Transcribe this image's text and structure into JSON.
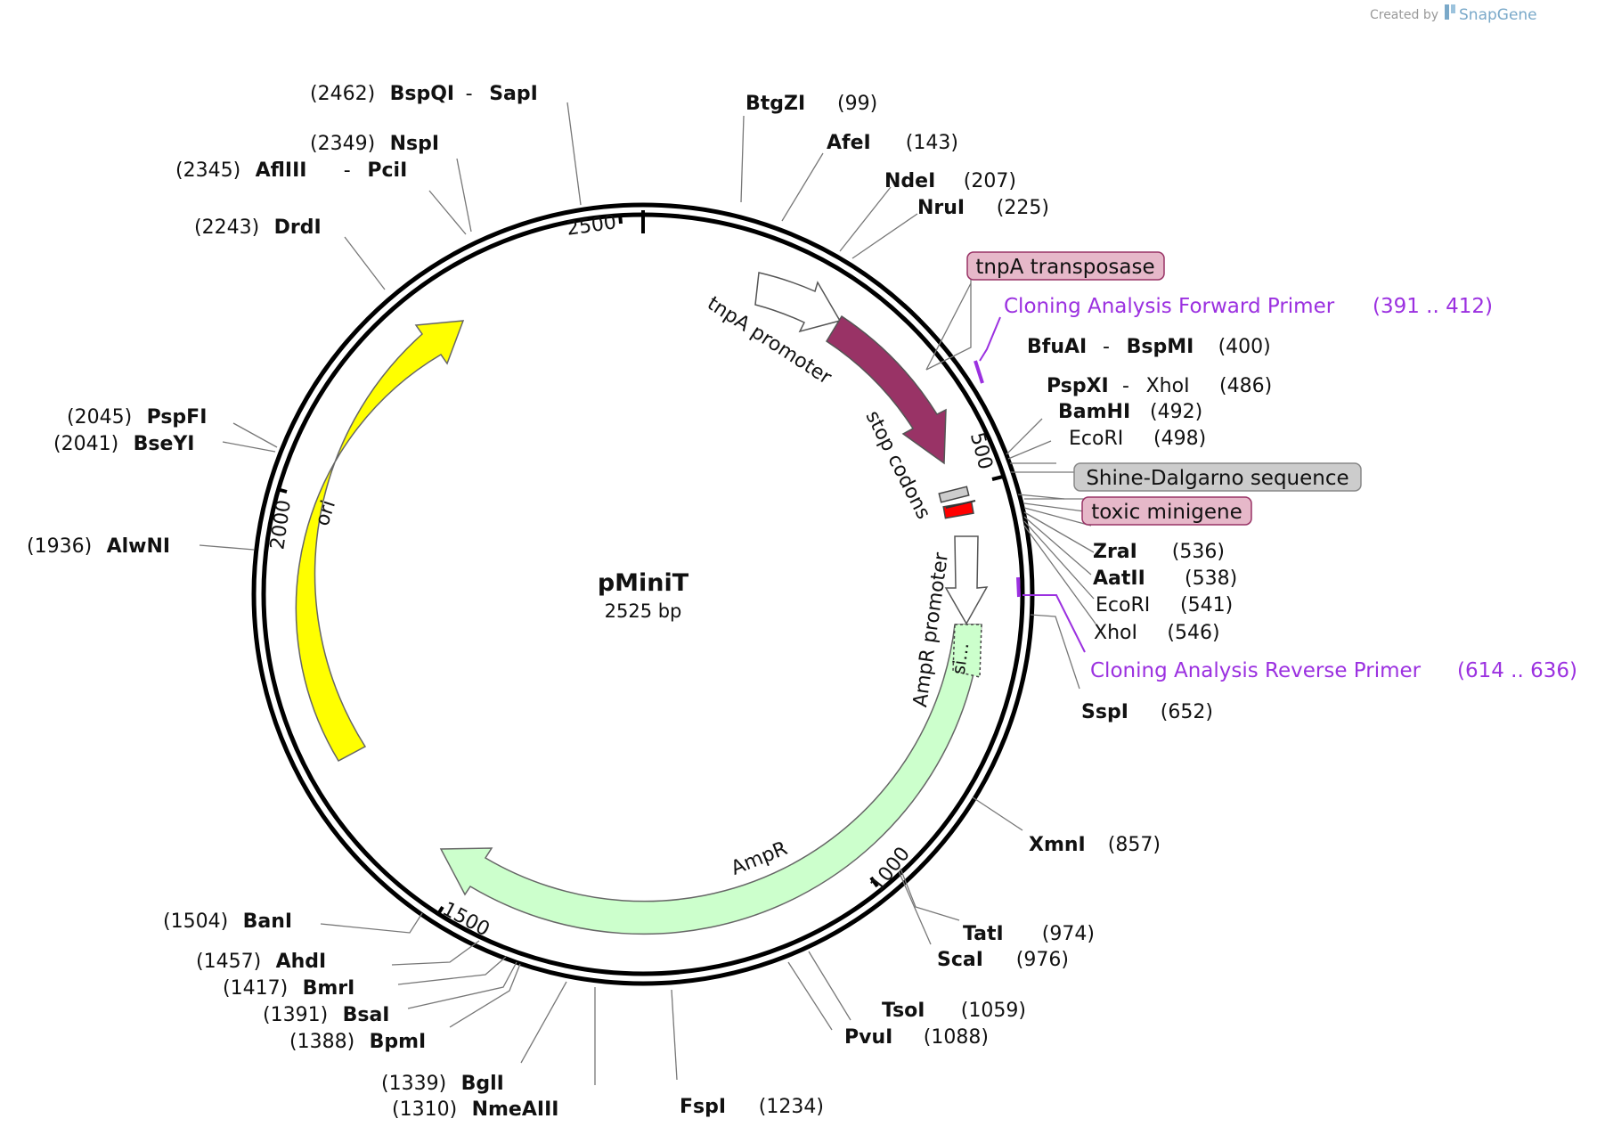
{
  "credit": {
    "prefix": "Created by",
    "brand": "SnapGene",
    "icon": "snapgene-logo-icon"
  },
  "plasmid": {
    "name": "pMiniT",
    "length": "2525 bp"
  },
  "colors": {
    "ori": "#ffff00",
    "ampr": "#ccffcc",
    "tnpa": "#993366",
    "toxic": "#ff0000",
    "primer": "#9b30e0"
  },
  "ticks": [
    "500",
    "1000",
    "1500",
    "2000",
    "2500"
  ],
  "features": {
    "ori": "ori",
    "ampr": "AmpR",
    "ampr_promoter": "AmpR promoter",
    "tnpa_promoter": "tnpA promoter",
    "stop_codons": "stop codons",
    "signal": "si…"
  },
  "boxes": {
    "tnpa_transposase": "tnpA transposase",
    "shine_dalgarno": "Shine-Dalgarno sequence",
    "toxic_minigene": "toxic minigene"
  },
  "primers": [
    {
      "name": "Cloning Analysis Forward Primer",
      "range": "(391 .. 412)"
    },
    {
      "name": "Cloning Analysis Reverse Primer",
      "range": "(614 .. 636)"
    }
  ],
  "sites": [
    {
      "name": "BspQI",
      "sep": "-",
      "name2": "SapI",
      "pos": "(2462)"
    },
    {
      "name": "BtgZI",
      "pos": "(99)"
    },
    {
      "name": "AfeI",
      "pos": "(143)"
    },
    {
      "name": "NspI",
      "pos": "(2349)"
    },
    {
      "name": "AflIII",
      "sep": "-",
      "name2": "PciI",
      "pos": "(2345)"
    },
    {
      "name": "NdeI",
      "pos": "(207)"
    },
    {
      "name": "NruI",
      "pos": "(225)"
    },
    {
      "name": "DrdI",
      "pos": "(2243)"
    },
    {
      "name": "BfuAI",
      "sep": "-",
      "name2": "BspMI",
      "pos": "(400)"
    },
    {
      "name": "PspXI",
      "sep": "-",
      "name2": "XhoI",
      "pos": "(486)"
    },
    {
      "name": "BamHI",
      "pos": "(492)"
    },
    {
      "name": "EcoRI",
      "pos": "(498)"
    },
    {
      "name": "PspFI",
      "pos": "(2045)"
    },
    {
      "name": "BseYI",
      "pos": "(2041)"
    },
    {
      "name": "ZraI",
      "pos": "(536)"
    },
    {
      "name": "AatII",
      "pos": "(538)"
    },
    {
      "name": "EcoRI",
      "pos": "(541)"
    },
    {
      "name": "XhoI",
      "pos": "(546)"
    },
    {
      "name": "AlwNI",
      "pos": "(1936)"
    },
    {
      "name": "SspI",
      "pos": "(652)"
    },
    {
      "name": "XmnI",
      "pos": "(857)"
    },
    {
      "name": "BanI",
      "pos": "(1504)"
    },
    {
      "name": "TatI",
      "pos": "(974)"
    },
    {
      "name": "ScaI",
      "pos": "(976)"
    },
    {
      "name": "AhdI",
      "pos": "(1457)"
    },
    {
      "name": "BmrI",
      "pos": "(1417)"
    },
    {
      "name": "TsoI",
      "pos": "(1059)"
    },
    {
      "name": "BsaI",
      "pos": "(1391)"
    },
    {
      "name": "PvuI",
      "pos": "(1088)"
    },
    {
      "name": "BpmI",
      "pos": "(1388)"
    },
    {
      "name": "BglI",
      "pos": "(1339)"
    },
    {
      "name": "NmeAIII",
      "pos": "(1310)"
    },
    {
      "name": "FspI",
      "pos": "(1234)"
    }
  ]
}
